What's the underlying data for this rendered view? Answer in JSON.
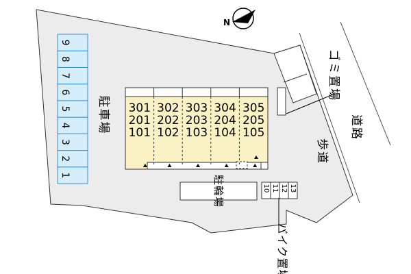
{
  "compass": {
    "north_label": "N"
  },
  "labels": {
    "car_parking": "駐車場",
    "bicycle_parking": "駐輪場",
    "garbage_area": "ゴミ置場",
    "sidewalk": "歩道",
    "road": "道路",
    "motorbike_parking": "バイク置場"
  },
  "parking_spaces": [
    "1",
    "2",
    "3",
    "4",
    "5",
    "6",
    "7",
    "8",
    "9"
  ],
  "bike_spaces": [
    "10",
    "11",
    "12",
    "13"
  ],
  "rooms": {
    "floor3": [
      "301",
      "302",
      "303",
      "304",
      "305"
    ],
    "floor2": [
      "201",
      "202",
      "203",
      "204",
      "205"
    ],
    "floor1": [
      "101",
      "102",
      "103",
      "104",
      "105"
    ]
  },
  "colors": {
    "site": "#ececec",
    "building": "#faf2c4",
    "parking": "#d6eefb",
    "line": "#333333"
  }
}
